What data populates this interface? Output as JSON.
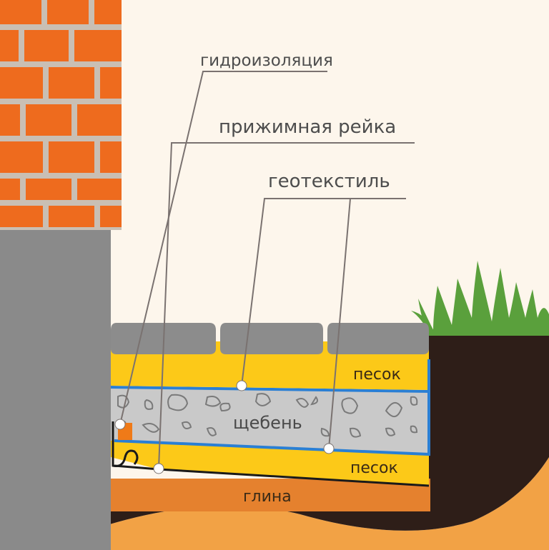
{
  "labels": {
    "waterproofing": "гидроизоляция",
    "clamp_strip": "прижимная рейка",
    "geotextile": "геотекстиль",
    "sand_top": "песок",
    "gravel": "щебень",
    "sand_bottom": "песок",
    "clay": "глина"
  },
  "colors": {
    "background": "#fdf6ec",
    "brick": "#ee6b1e",
    "mortar": "#c9bfb4",
    "foundation": "#8a8a8a",
    "paving": "#8c8c8c",
    "sand": "#fcc918",
    "gravel": "#c9c9c9",
    "geotextile": "#2a7fd4",
    "clay": "#e5812e",
    "soil": "#2e1e18",
    "subsoil": "#f2a245",
    "grass": "#5aa03c",
    "leader_line": "#7a7270",
    "clamp": "#ef7a18"
  },
  "icons": {
    "grass": "grass-tuft-icon",
    "bullet": "white-dot-marker"
  }
}
